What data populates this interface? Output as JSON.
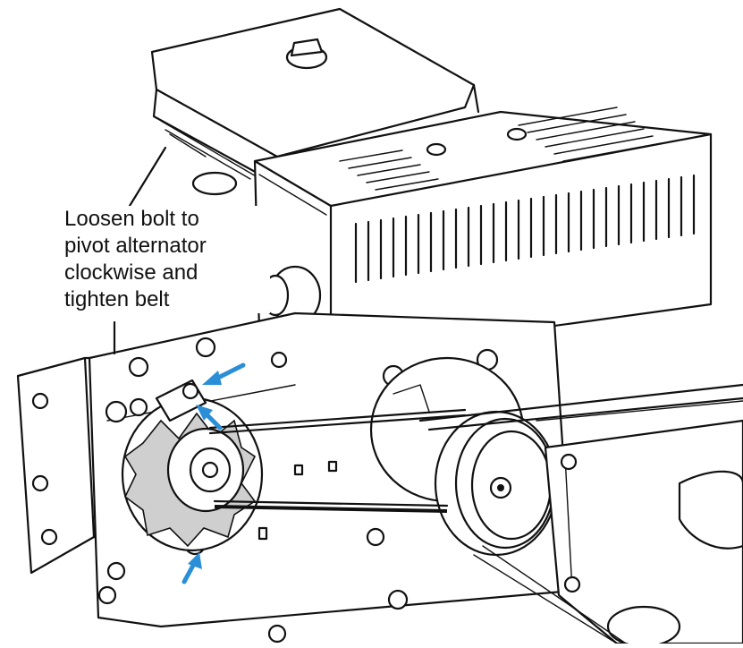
{
  "callout": {
    "lines": [
      "Loosen bolt to",
      "pivot alternator",
      "clockwise and",
      "tighten belt"
    ]
  },
  "colors": {
    "arrow": "#2a8fd6",
    "line": "#111111",
    "background": "#ffffff"
  },
  "arrows": {
    "count": 3
  }
}
